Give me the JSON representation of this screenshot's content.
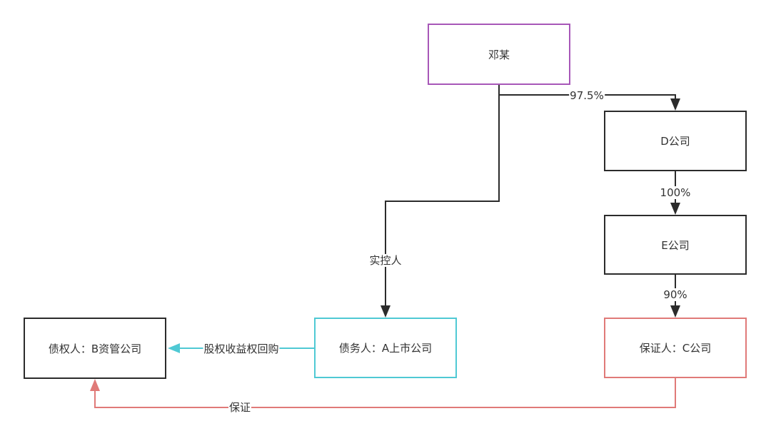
{
  "nodes": {
    "deng": {
      "label": "邓某",
      "color": "#a757b8"
    },
    "d_company": {
      "label": "D公司",
      "color": "#2b2b2b"
    },
    "e_company": {
      "label": "E公司",
      "color": "#2b2b2b"
    },
    "debtor": {
      "label": "债务人：A上市公司",
      "color": "#4fc9d4"
    },
    "creditor": {
      "label": "债权人：B资管公司",
      "color": "#2b2b2b"
    },
    "guarantor": {
      "label": "保证人：C公司",
      "color": "#e07a78"
    }
  },
  "edges": {
    "deng_to_d": {
      "label": "97.5%",
      "color": "#2b2b2b"
    },
    "d_to_e": {
      "label": "100%",
      "color": "#2b2b2b"
    },
    "e_to_c": {
      "label": "90%",
      "color": "#2b2b2b"
    },
    "deng_to_a": {
      "label": "实控人",
      "color": "#2b2b2b"
    },
    "a_to_b": {
      "label": "股权收益权回购",
      "color": "#4fc9d4"
    },
    "c_to_b": {
      "label": "保证",
      "color": "#e07a78"
    }
  }
}
